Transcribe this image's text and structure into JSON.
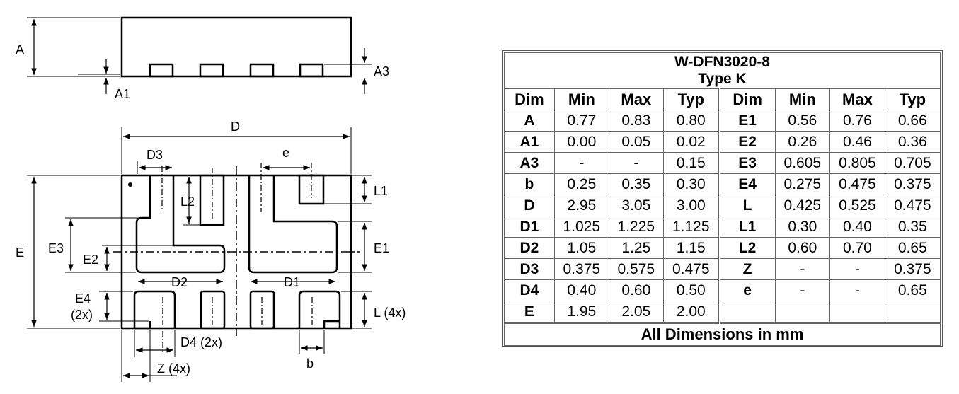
{
  "drawing": {
    "labels": {
      "A": "A",
      "A1": "A1",
      "A3": "A3",
      "D": "D",
      "D3": "D3",
      "e": "e",
      "L1": "L1",
      "L2": "L2",
      "E": "E",
      "E3": "E3",
      "E2": "E2",
      "E1": "E1",
      "D2": "D2",
      "D1": "D1",
      "E4": "E4",
      "E4_count": "(2x)",
      "L4": "L (4x)",
      "D4": "D4 (2x)",
      "Z": "Z (4x)",
      "b": "b"
    }
  },
  "table": {
    "title_line1": "W-DFN3020-8",
    "title_line2": "Type K",
    "headers": [
      "Dim",
      "Min",
      "Max",
      "Typ",
      "Dim",
      "Min",
      "Max",
      "Typ"
    ],
    "rows": [
      [
        "A",
        "0.77",
        "0.83",
        "0.80",
        "E1",
        "0.56",
        "0.76",
        "0.66"
      ],
      [
        "A1",
        "0.00",
        "0.05",
        "0.02",
        "E2",
        "0.26",
        "0.46",
        "0.36"
      ],
      [
        "A3",
        "-",
        "-",
        "0.15",
        "E3",
        "0.605",
        "0.805",
        "0.705"
      ],
      [
        "b",
        "0.25",
        "0.35",
        "0.30",
        "E4",
        "0.275",
        "0.475",
        "0.375"
      ],
      [
        "D",
        "2.95",
        "3.05",
        "3.00",
        "L",
        "0.425",
        "0.525",
        "0.475"
      ],
      [
        "D1",
        "1.025",
        "1.225",
        "1.125",
        "L1",
        "0.30",
        "0.40",
        "0.35"
      ],
      [
        "D2",
        "1.05",
        "1.25",
        "1.15",
        "L2",
        "0.60",
        "0.70",
        "0.65"
      ],
      [
        "D3",
        "0.375",
        "0.575",
        "0.475",
        "Z",
        "-",
        "-",
        "0.375"
      ],
      [
        "D4",
        "0.40",
        "0.60",
        "0.50",
        "e",
        "-",
        "-",
        "0.65"
      ],
      [
        "E",
        "1.95",
        "2.05",
        "2.00",
        "",
        "",
        "",
        ""
      ]
    ],
    "footer": "All Dimensions in mm"
  }
}
